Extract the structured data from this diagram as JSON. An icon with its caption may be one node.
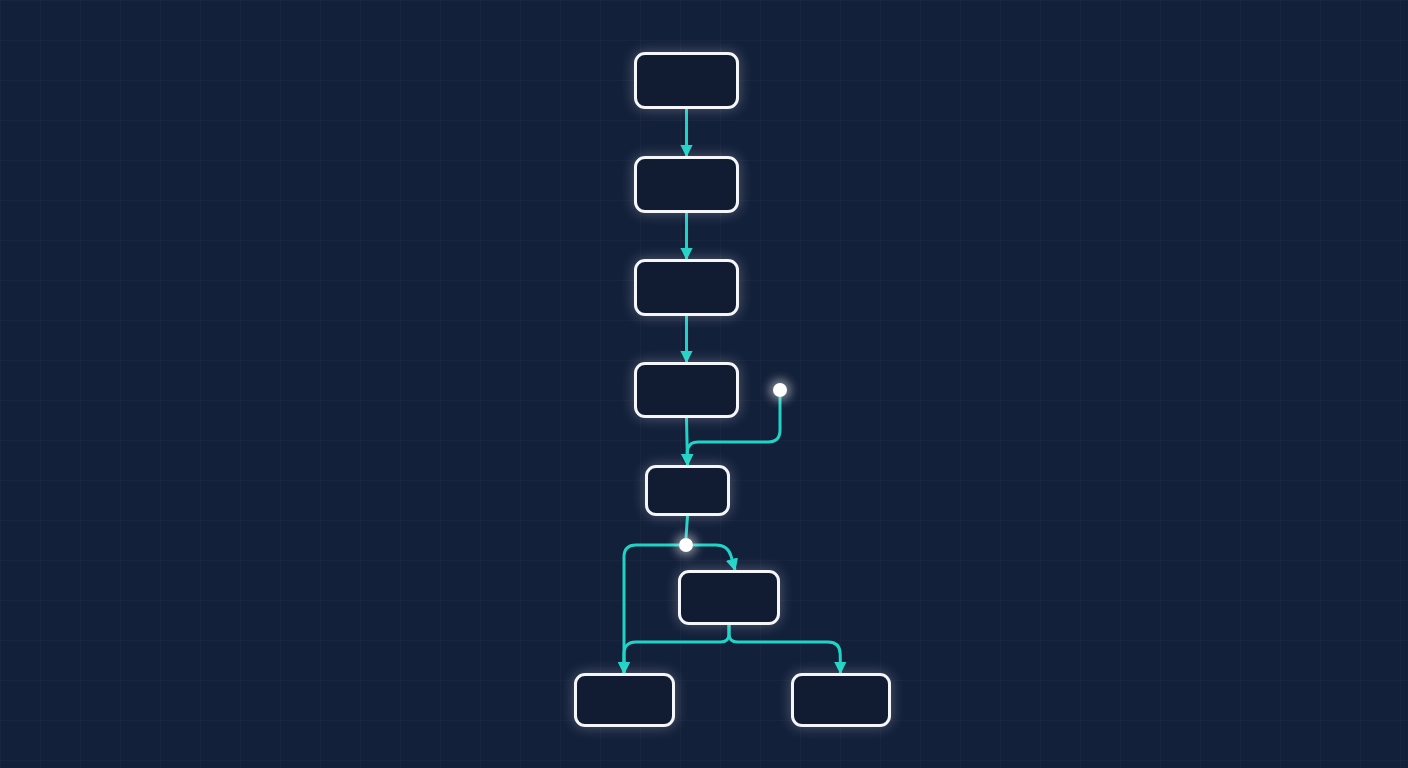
{
  "diagram": {
    "nodes": [
      {
        "text": [],
        "shape": "box"
      },
      {
        "text": [],
        "shape": "box"
      },
      {
        "text": [],
        "shape": "box"
      },
      {
        "text": [],
        "shape": "box"
      },
      {
        "text": [],
        "shape": "circle"
      },
      {
        "text": [],
        "shape": "box"
      },
      {
        "text": [],
        "shape": "circle"
      },
      {
        "text": [],
        "shape": "box"
      },
      {
        "text": [],
        "shape": "box"
      },
      {
        "text": [],
        "shape": "box"
      }
    ],
    "edges": [
      {
        "from": 0,
        "to": 1,
        "arrow": "to"
      },
      {
        "from": 1,
        "to": 2,
        "arrow": "to"
      },
      {
        "from": 2,
        "to": 3,
        "arrow": "to"
      },
      {
        "from": 3,
        "to": 5,
        "arrow": "to"
      },
      {
        "from": 4,
        "to": 5,
        "arrow": "to"
      },
      {
        "from": 5,
        "to": 6,
        "arrow": "none"
      },
      {
        "from": 6,
        "to": 7,
        "arrow": "to"
      },
      {
        "from": 6,
        "to": 8,
        "arrow": "to"
      },
      {
        "from": 7,
        "to": 8,
        "arrow": "to"
      },
      {
        "from": 7,
        "to": 9,
        "arrow": "to"
      }
    ]
  }
}
